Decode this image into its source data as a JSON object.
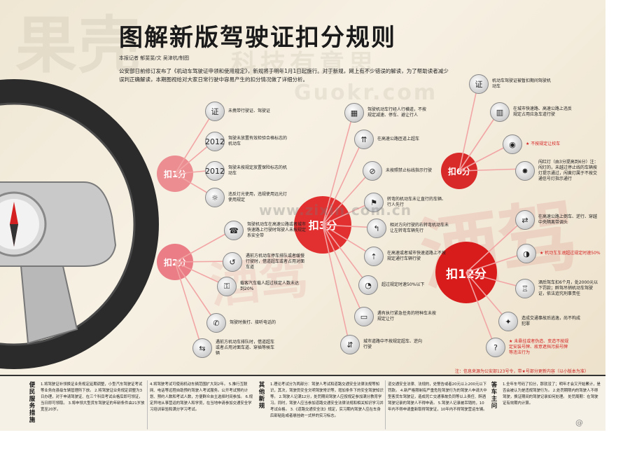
{
  "colors": {
    "accent_red": "#e23030",
    "pink": "#ec8d92",
    "ink": "#1a1a1a",
    "paper": "#f2ead9"
  },
  "title": "图解新版驾驶证扣分规则",
  "byline": "本报记者 郁斐斐/文   吴津杭/制图",
  "intro": "公安部日前修订发布了《机动车驾驶证申领和使用规定》，新规将于明年1月1日起施行。对于新规，网上有不少错误的解读，为了帮助读者减少误判正确解读，本期图视给对大家日常行驶中容易产生的扣分情况做了详细分析。",
  "watermarks": {
    "big": "果壳",
    "mid": "科技有意思",
    "en": "Guokr.com",
    "zixin": "www.zixin.com.cn",
    "red": "酒驾",
    "red2": "酒驾"
  },
  "bubbles": {
    "p1": "扣1分",
    "p2": "扣2分",
    "p3": "扣3分",
    "p6": "扣6分",
    "p12": "扣12分"
  },
  "rules": {
    "p1": [
      {
        "icon": "license-icon",
        "glyph": "证",
        "text": "未携带行驶证、驾驶证"
      },
      {
        "icon": "inspection-sticker-icon",
        "glyph": "2012",
        "text": "驾驶未放置有效检验合格标志的机动车"
      },
      {
        "icon": "insurance-sticker-icon",
        "glyph": "2012",
        "text": "驾驶未按规定放置保险标志的机动车"
      },
      {
        "icon": "headlight-icon",
        "glyph": "☼",
        "text": "违反灯光使用，违规使用远光灯使用规定"
      }
    ],
    "p2": [
      {
        "icon": "phone-driving-icon",
        "glyph": "☎",
        "text": "驾驶机动车在高速公路或者城市快速路上行驶时驾驶人未按规定系安全带"
      },
      {
        "icon": "u-turn-icon",
        "glyph": "↺",
        "text": "遇前方机动车停车排队或者缓慢行驶时，借道超车或者占用对面车道"
      },
      {
        "icon": "bus-overload-icon",
        "glyph": "⚿",
        "text": "载客汽车载人超过核定人数未达到20%"
      },
      {
        "icon": "mobile-phone-icon",
        "glyph": "✆",
        "text": "驾驶时拨打、接听电话的"
      },
      {
        "icon": "lane-violation-icon",
        "glyph": "⇆",
        "text": "遇前方机动车排队时，借道超车或者占用对面车道、穿插等候车辆"
      }
    ],
    "p3": [
      {
        "icon": "zebra-crossing-icon",
        "glyph": "▦",
        "text": "驾驶机动车行经人行横道，不按规定减速、停车、避让行人"
      },
      {
        "icon": "highway-icon",
        "glyph": "⇈",
        "text": "在高速公路匝道上超车"
      },
      {
        "icon": "no-sign-icon",
        "glyph": "⊘",
        "text": "未按照禁止标线指示行驶"
      },
      {
        "icon": "pedestrian-icon",
        "glyph": "⚑",
        "text": "转弯的机动车未让直行的车辆、行人先行"
      },
      {
        "icon": "left-turn-icon",
        "glyph": "↰",
        "text": "相对方向行驶的右转弯机动车未让左转弯车辆先行"
      },
      {
        "icon": "emergency-lane-icon",
        "glyph": "⇡",
        "text": "在高速或者城市快速道路上不按规定通行车辆行驶"
      },
      {
        "icon": "speedometer-icon",
        "glyph": "◔",
        "text": "超过规定时速50%以下"
      },
      {
        "icon": "school-bus-icon",
        "glyph": "▭",
        "text": "遇有执行紧急任务的特种车未按规定让行"
      },
      {
        "icon": "wrong-way-icon",
        "glyph": "⇵",
        "text": "城市道路中不按规定超车、逆向行驶"
      }
    ],
    "p6": [
      {
        "icon": "license-suspended-icon",
        "glyph": "证",
        "text": "机动车驾驶证被暂扣期间驾驶机动车"
      },
      {
        "icon": "highway-lane-icon",
        "glyph": "▥",
        "text": "在城市快速路、高速公路上违反规定占用应急车道行驶"
      },
      {
        "icon": "signal-light-icon",
        "glyph": "◉",
        "text": "不按规定让校车",
        "red": true
      },
      {
        "icon": "red-light-icon",
        "glyph": "✸",
        "text": "闯红灯（由3分提高到6分）注：闯灯的，未越过停止线的车辆按灯提示通过，闯黄灯属于不按交通信号灯指示通行"
      }
    ],
    "p12": [
      {
        "icon": "reverse-highway-icon",
        "glyph": "⇄",
        "text": "在高速公路上倒车、逆行、穿越中央隔离带调头"
      },
      {
        "icon": "overspeed-icon",
        "glyph": "◑",
        "text": "机动车车速超过规定时速50%",
        "red": true
      },
      {
        "icon": "drunk-driving-icon",
        "glyph": "♖",
        "text": "酒后驾车扣6个月，处2000元以下罚款；醉驾吊销机动车驾驶证，依法追究刑事责任"
      },
      {
        "icon": "hit-and-run-icon",
        "glyph": "✦",
        "text": "造成交通事故后逃逸，尚不构成犯罪"
      },
      {
        "icon": "fake-plate-icon",
        "glyph": "?",
        "text": "未悬挂或者伪造、变造不按规定安装号牌、故意遮挡污损号牌等违法行为",
        "red": true
      }
    ]
  },
  "footnote": "注：信息来源为公安部123号令，带★号部分更新内容（以小版本为准）",
  "bottom": {
    "sections": [
      {
        "title": "便民服务措施",
        "text": "1.将驾驶证补领换证业务规定延期调整，小型汽车驾驶证考试等业务向县级车辆管理所下放。\n2.将驾驶证业务规定调整为3日办理，对于申请驾驶证、在三个科目考试合格后即可领证，当日即可领取。\n3.将申领大型货车驾驶证的年龄条件由21岁放宽至20岁。"
      },
      {
        "title": "",
        "text": "4.将驾驶考试可使用机动车辆范围扩大到2年。\n5.推行互联网、电话等远程自助预约驾驶人考试服务。公开考试预约计划、预约人数和考试人数，方便群众自主选择时间参加。\n6.规定异地从事营运的驾驶人和学员，在当地申请参加交通安全学习培训审验和满分学习考试。"
      },
      {
        "title": "其他新规",
        "text": "1.理论考试分为两部分：驾驶人考试和道路交通安全法律法规等知识，其次，驾驶员安全文明驾驶常识等，增加条件下的安全驾驶知识等。\n2.驾驶人记满12分，处罚期间驾驶人应按规定参加满分教育学习。同时，驾驶人应当参加道路交通安全法律法规和相关知识学习并考试合格。\n3.《道路交通安全法》规定，实习期内驾驶人应在车身后部粘贴或者悬挂统一式样的实习标志。"
      },
      {
        "title": "",
        "text": "道交通安全法律、法规的，处警告或者20元以上200元以下罚款。\n4.新严格限制有严重危险驾驶行为的驾驶人申请大中型客货车驾驶证，造成死亡交通事故负同等以上责任、醉酒驾驶记录的驾驶人不得申请。\n5.驾驶人记录被吊销的，10年内不得申请重新取得驾驶证，10年内不得驾驶营运车辆。"
      },
      {
        "title": "答车主问",
        "text": "1.全年车号码了扣分，那就没了；明年才会又开始累计，是否会被认为是违规驾驶行为。\n2.处罚期限内的驾驶人不得驾驶，换证期间的驾驶记录如何处理。\n处罚周期：在驾驶证有效期内计算。"
      }
    ]
  },
  "logo_text": "@"
}
